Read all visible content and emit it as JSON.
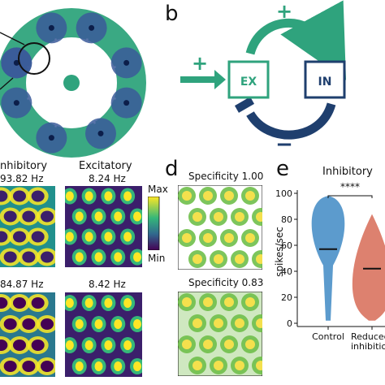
{
  "panel_b": {
    "label": "b",
    "ex_label": "EX",
    "in_label": "IN",
    "plus_top": "+",
    "plus_left": "+",
    "minus": "−",
    "colors": {
      "excitatory": "#2fa37d",
      "inhibitory": "#1f3f6e"
    }
  },
  "panel_c": {
    "inhibitory_title": "nhibitory",
    "excitatory_title": "Excitatory",
    "top_inh_rate": "93.82 Hz",
    "top_exc_rate": "8.24 Hz",
    "bottom_inh_rate": "84.87 Hz",
    "bottom_exc_rate": "8.42 Hz",
    "colorbar_max": "Max",
    "colorbar_min": "Min"
  },
  "panel_d": {
    "label": "d",
    "top_title": "Specificity 1.00",
    "bottom_title": "Specificity 0.83"
  },
  "panel_e": {
    "label": "e",
    "title": "Inhibitory",
    "significance": "****",
    "chart_data": {
      "type": "violin",
      "title": "Inhibitory",
      "ylabel": "spikes/sec",
      "categories": [
        "Control",
        "Reduced inhibition"
      ],
      "category_labels": [
        "Control",
        "Reduced",
        "inhibition"
      ],
      "ylim": [
        0,
        100
      ],
      "yticks": [
        "0",
        "20",
        "40",
        "60",
        "80",
        "100"
      ],
      "series": [
        {
          "name": "Control",
          "median": 57,
          "min": 2,
          "max": 98,
          "color": "#4a90c8"
        },
        {
          "name": "Reduced inhibition",
          "median": 42,
          "min": 2,
          "max": 84,
          "color": "#d9735f"
        }
      ]
    }
  }
}
